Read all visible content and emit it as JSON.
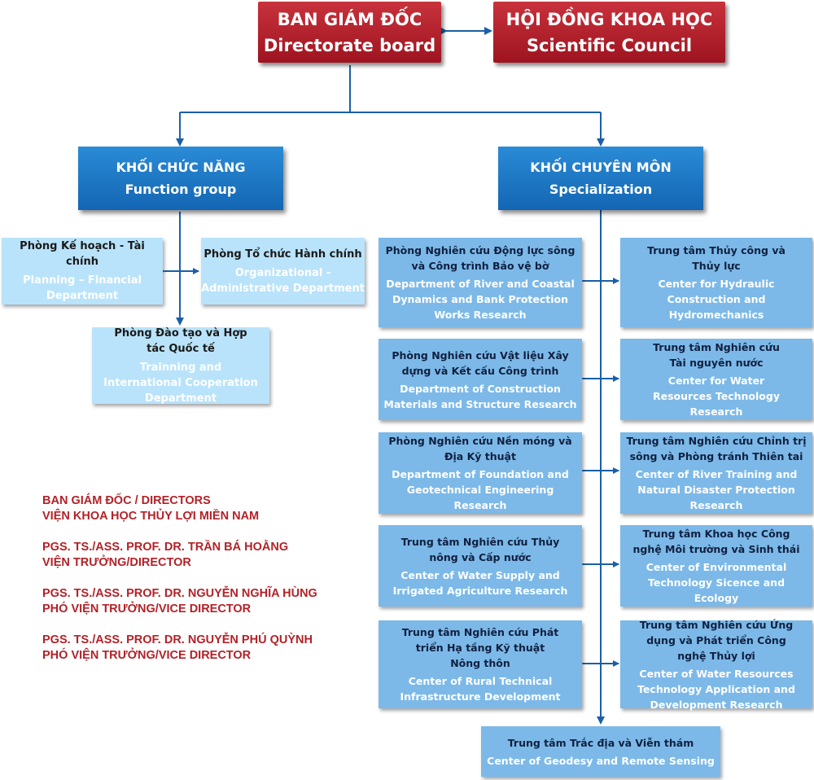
{
  "top": {
    "directorate": {
      "vn": "BAN GIÁM ĐỐC",
      "en": "Directorate board"
    },
    "council": {
      "vn": "HỘI ĐỒNG KHOA HỌC",
      "en": "Scientific Council"
    }
  },
  "groups": {
    "function": {
      "vn": "KHỐI CHỨC NĂNG",
      "en": "Function group"
    },
    "specialization": {
      "vn": "KHỐI CHUYÊN MÔN",
      "en": "Specialization"
    }
  },
  "function_departments": [
    {
      "vn": "Phòng Kế hoạch - Tài chính",
      "en": "Planning – Financial Department"
    },
    {
      "vn": "Phòng Tổ chức Hành chính",
      "en": "Organizational - Administrative Department"
    },
    {
      "vn": "Phòng Đào tạo và Hợp tác Quốc tế",
      "en": "Trainning and International Cooperation Department"
    }
  ],
  "specialization_left": [
    {
      "vn": "Phòng Nghiên cứu Động lực sông và Công trình Bảo vệ bờ",
      "en": "Department of River and Coastal Dynamics and Bank Protection Works Research"
    },
    {
      "vn": "Phòng Nghiên cứu Vật liệu Xây dựng và Kết cấu Công trình",
      "en": "Department of Construction Materials and Structure Research"
    },
    {
      "vn": "Phòng Nghiên cứu Nền móng và Địa Kỹ thuật",
      "en": "Department of Foundation and Geotechnical Engineering Research"
    },
    {
      "vn": "Trung tâm Nghiên cứu Thủy nông và Cấp nước",
      "en": "Center of Water Supply and Irrigated Agriculture Research"
    },
    {
      "vn": "Trung tâm Nghiên cứu Phát triển Hạ tầng Kỹ thuật Nông thôn",
      "en": "Center of Rural Technical Infrastructure Development"
    }
  ],
  "specialization_right": [
    {
      "vn": "Trung tâm Thủy công và Thủy lực",
      "en": "Center for Hydraulic Construction and Hydromechanics"
    },
    {
      "vn": "Trung tâm Nghiên cứu Tài nguyên nước",
      "en": "Center for Water Resources Technology Research"
    },
    {
      "vn": "Trung tâm Nghiên cứu Chỉnh trị sông và Phòng tránh Thiên tai",
      "en": "Center of River Training and Natural Disaster Protection Research"
    },
    {
      "vn": "Trung tâm Khoa học Công nghệ Môi trường và Sinh thái",
      "en": "Center of Environmental Technology Sicence and Ecology"
    },
    {
      "vn": "Trung tâm Nghiên cứu Ứng dụng và Phát triển Công nghệ Thủy lợi",
      "en": "Center of Water Resources Technology Application and Development Research"
    }
  ],
  "specialization_bottom": {
    "vn": "Trung tâm Trắc địa và Viễn thám",
    "en": "Center of Geodesy and Remote Sensing"
  },
  "directors": [
    [
      "BAN GIÁM ĐỐC / DIRECTORS",
      "VIỆN KHOA HỌC THỦY LỢI MIỀN NAM"
    ],
    [
      "PGS. TS./ASS. PROF. DR.  TRẦN BÁ HOẰNG",
      "VIỆN TRƯỞNG/DIRECTOR"
    ],
    [
      "PGS. TS./ASS. PROF. DR.  NGUYỄN NGHĨA HÙNG",
      "PHÓ VIỆN TRƯỞNG/VICE DIRECTOR"
    ],
    [
      "PGS. TS./ASS. PROF. DR.  NGUYỄN PHÚ QUỲNH",
      "PHÓ VIỆN TRƯỞNG/VICE DIRECTOR"
    ]
  ],
  "colors": {
    "top_box": "#b01c26",
    "group_box": "#1b74c4",
    "function_box": "#b9e3fa",
    "specialization_box": "#7cb9e8",
    "connector": "#1a5fa8",
    "directors_text": "#b22228"
  }
}
